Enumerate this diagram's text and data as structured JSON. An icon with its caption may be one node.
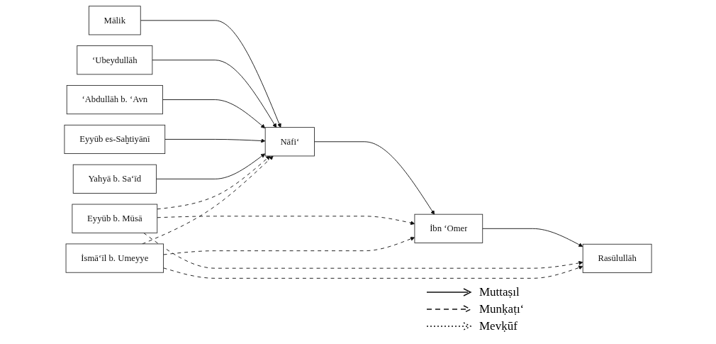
{
  "diagram": {
    "nodes": [
      {
        "text": [
          "Mālik"
        ]
      },
      {
        "text": [
          "‘Ubeydullāh"
        ]
      },
      {
        "text": [
          "‘Abdullāh b. ‘Avn"
        ]
      },
      {
        "text": [
          "Eyyūb es-Saḫtiyānī"
        ]
      },
      {
        "text": [
          "Yahyā b. Sa‘īd"
        ]
      },
      {
        "text": [
          "Eyyūb b. Mūsā"
        ]
      },
      {
        "text": [
          "İsmā‘īl b. Umeyye"
        ]
      },
      {
        "text": [
          "Nāfi‘"
        ]
      },
      {
        "text": [
          "İbn ‘Omer"
        ]
      },
      {
        "text": [
          "Rasūlullāh"
        ]
      }
    ],
    "edges": [
      {
        "from": 0,
        "to": 7,
        "arrow": "to"
      },
      {
        "from": 1,
        "to": 7,
        "arrow": "to"
      },
      {
        "from": 2,
        "to": 7,
        "arrow": "to"
      },
      {
        "from": 3,
        "to": 7,
        "arrow": "to"
      },
      {
        "from": 4,
        "to": 7,
        "arrow": "to"
      },
      {
        "from": 7,
        "to": 8,
        "arrow": "to"
      },
      {
        "from": 8,
        "to": 9,
        "arrow": "to"
      },
      {
        "from": 5,
        "to": 7,
        "arrow": "to",
        "style": "dashed"
      },
      {
        "from": 6,
        "to": 7,
        "arrow": "to",
        "style": "dashed"
      },
      {
        "from": 5,
        "to": 8,
        "arrow": "to",
        "style": "dashed"
      },
      {
        "from": 6,
        "to": 8,
        "arrow": "to",
        "style": "dashed"
      },
      {
        "from": 5,
        "to": 9,
        "arrow": "to",
        "style": "dashed"
      },
      {
        "from": 6,
        "to": 9,
        "arrow": "to",
        "style": "dashed"
      }
    ],
    "legend": [
      {
        "text": "Muttaṣıl"
      },
      {
        "text": "Munḳaṭı‘"
      },
      {
        "text": "Mevḳūf"
      }
    ]
  }
}
